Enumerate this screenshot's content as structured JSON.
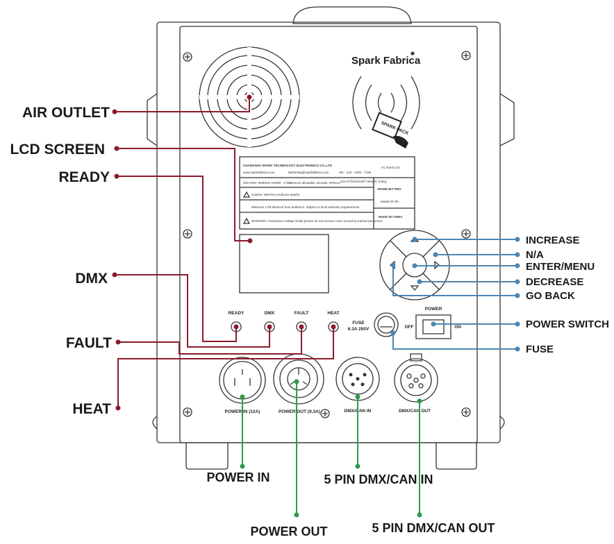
{
  "brand": "Spark Fabrica",
  "card_text": "SPARK PACK",
  "label_plate": {
    "company": "CHANGSHA SPARK TECHNOLOGY ELECTRONICS CO.,LTD",
    "web": "www.Sparkfabrica.com",
    "email": "Marketing@sparkfabrica.com",
    "phone": "+86 - 135 - 4300 - 7186",
    "cert": "FC  RoHS  CE",
    "power_spec": "200-240V, 50/60HZ  1000W - 3.7 A",
    "cascade": "Maximum allowable cascade: 4Pieces",
    "dims": "Size:370x310x367 Weight: 8.5Kg",
    "product": "SPARKJET PRO",
    "model": "Model:SF-05",
    "made_in": "MADE IN CHINA",
    "caution": "Caution: Machine produces sparks.",
    "distance": "Minimum 1.5ft distance from audience. Subject to local authority requirements.",
    "warning": "WARNING: Hazardous voltage inside,please do not remove cover except by trained personnel."
  },
  "panel": {
    "ready": "READY",
    "dmx": "DMX",
    "fault": "FAULT",
    "heat": "HEAT",
    "fuse_line1": "FUSE",
    "fuse_line2": "6.3A 250V",
    "power": "POWER",
    "off": "OFF",
    "on": "ON",
    "power_in": "POWER IN (12A)",
    "power_out": "POWER OUT (9.3A)",
    "dmx_can_in": "DMX/CAN IN",
    "dmx_can_out": "DMX/CAN OUT"
  },
  "callouts": {
    "air_outlet": "AIR OUTLET",
    "lcd_screen": "LCD SCREEN",
    "ready": "READY",
    "dmx": "DMX",
    "fault": "FAULT",
    "heat": "HEAT",
    "increase": "INCREASE",
    "na": "N/A",
    "enter_menu": "ENTER/MENU",
    "decrease": "DECREASE",
    "go_back": "GO BACK",
    "power_switch": "POWER SWITCH",
    "fuse": "FUSE",
    "power_in": "POWER IN",
    "power_out": "POWER OUT",
    "dmx_can_in": "5 PIN DMX/CAN IN",
    "dmx_can_out": "5 PIN DMX/CAN OUT"
  },
  "colors": {
    "left_callout": "#8b1a2b",
    "right_callout": "#4a86b4",
    "bottom_callout": "#2e9a4a",
    "outline": "#333333"
  }
}
